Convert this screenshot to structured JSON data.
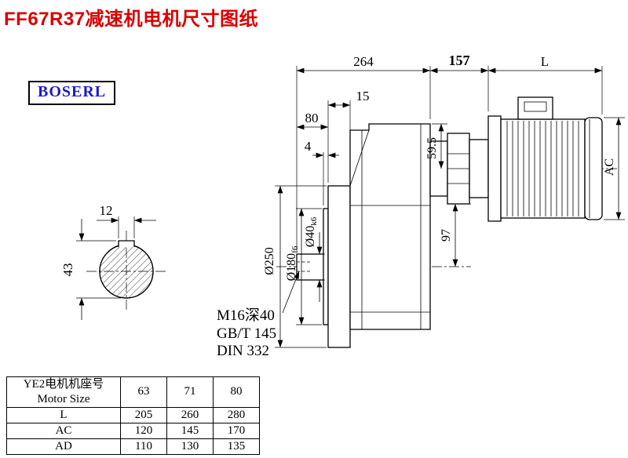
{
  "page": {
    "title": "FF67R37减速机电机尺寸图纸",
    "logo": "BOSERL"
  },
  "drawing": {
    "dim_264": "264",
    "dim_157": "157",
    "dim_L": "L",
    "dim_15": "15",
    "dim_80": "80",
    "dim_4": "4",
    "dim_12": "12",
    "dim_43": "43",
    "dia_250": "Ø250",
    "dia_180": "Ø180",
    "dia_180_tol": "f6",
    "dia_40": "Ø40",
    "dia_40_tol": "k6",
    "dim_59_5": "59.5",
    "dim_97": "97",
    "dim_AC": "AC",
    "note_thread": "M16深40",
    "note_gb": "GB/T 145",
    "note_din": "DIN 332"
  },
  "table": {
    "header_cn": "YE2电机机座号",
    "header_en": "Motor Size",
    "sizes": [
      "63",
      "71",
      "80"
    ],
    "rows": [
      {
        "label": "L",
        "values": [
          "205",
          "260",
          "280"
        ]
      },
      {
        "label": "AC",
        "values": [
          "120",
          "145",
          "170"
        ]
      },
      {
        "label": "AD",
        "values": [
          "110",
          "130",
          "135"
        ]
      }
    ]
  }
}
